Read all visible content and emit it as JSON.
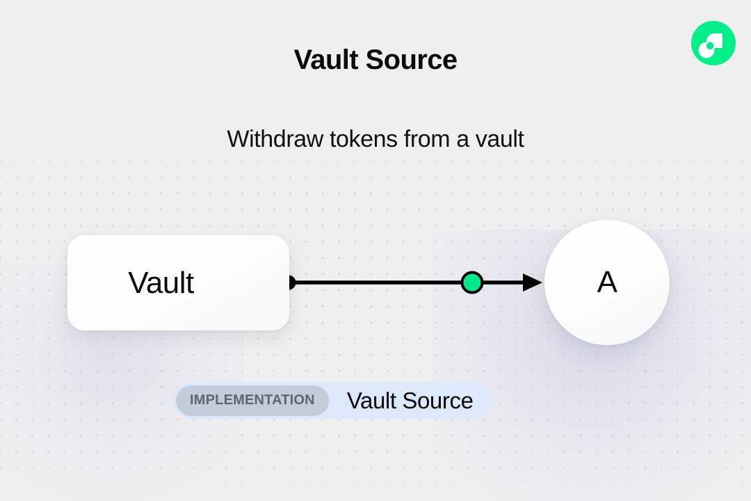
{
  "header": {
    "title": "Vault Source",
    "subtitle": "Withdraw tokens from a vault"
  },
  "brand": {
    "logo_icon": "flow-logo-icon",
    "logo_bg_color": "#00ef8b",
    "logo_mark_color": "#ffffff"
  },
  "diagram": {
    "type": "flow",
    "nodes": [
      {
        "id": "vault",
        "label": "Vault",
        "shape": "rounded-rect"
      },
      {
        "id": "a",
        "label": "A",
        "shape": "circle"
      }
    ],
    "edges": [
      {
        "from": "vault",
        "to": "a",
        "source_handle_color": "#000000",
        "midpoint_handle_color": "#00e887",
        "arrow": "arrowhead-icon",
        "stroke_color": "#000000"
      }
    ],
    "grid": {
      "style": "dots",
      "dot_color": "#d9d9da",
      "background_color": "#efefef"
    }
  },
  "badge": {
    "tag_label": "IMPLEMENTATION",
    "name": "Vault Source",
    "container_color": "#dde8fa",
    "pill_color": "#c3cdda",
    "pill_text_color": "#5e6672"
  }
}
